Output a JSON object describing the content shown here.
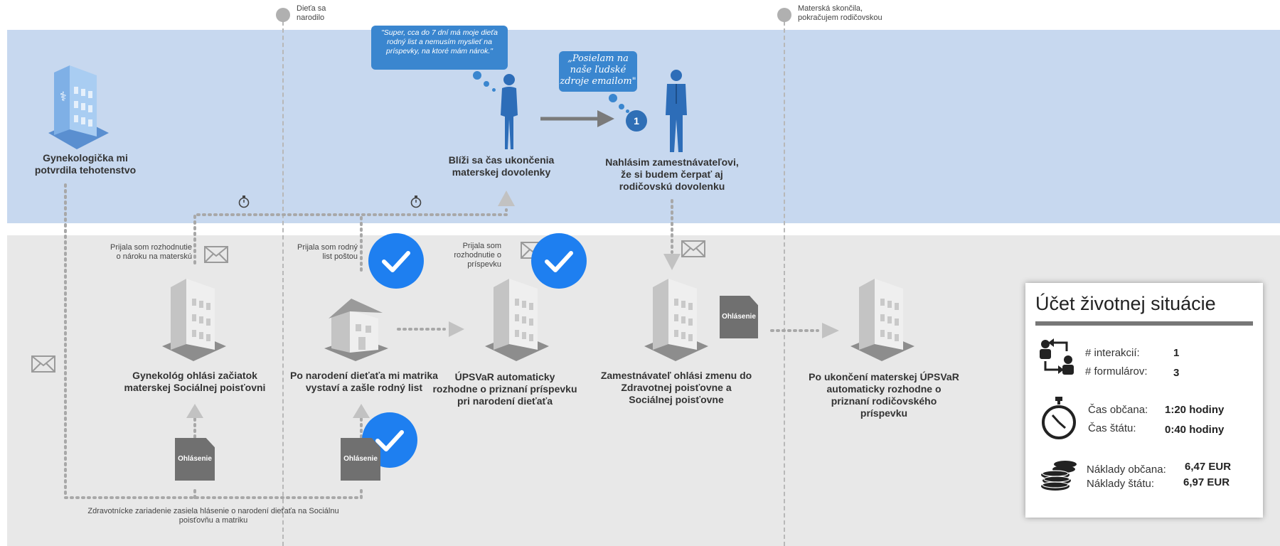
{
  "milestones": [
    {
      "label_line1": "Dieťa sa",
      "label_line2": "narodilo"
    },
    {
      "label_line1": "Materská skončila,",
      "label_line2": "pokračujem rodičovskou"
    }
  ],
  "citizen_steps": [
    {
      "line1": "Gynekologička mi",
      "line2": "potvrdila tehotenstvo",
      "line3": ""
    },
    {
      "line1": "Blíži sa čas ukončenia",
      "line2": "materskej dovolenky",
      "line3": ""
    },
    {
      "line1": "Nahlásim zamestnávateľovi,",
      "line2": "že si budem čerpať aj",
      "line3": "rodičovskú dovolenku"
    }
  ],
  "speech_bubbles": [
    {
      "line1": "\"Super, cca do 7 dní má moje dieťa",
      "line2": "rodný list a nemusím myslieť na",
      "line3": "príspevky, na ktoré mám nárok.\""
    },
    {
      "line1": "„Posielam na",
      "line2": "naše ľudské",
      "line3": "zdroje emailom\""
    }
  ],
  "interaction_number": "1",
  "institution_steps": [
    {
      "line1": "Gynekológ ohlási začiatok",
      "line2": "materskej Sociálnej poisťovni",
      "line3": "",
      "line4": ""
    },
    {
      "line1": "Po narodení dieťaťa mi matrika",
      "line2": "vystaví a zašle rodný list",
      "line3": "",
      "line4": ""
    },
    {
      "line1": "ÚPSVaR  automaticky",
      "line2": "rozhodne o priznaní príspevku",
      "line3": "pri narodení dieťaťa",
      "line4": ""
    },
    {
      "line1": "Zamestnávateľ ohlási zmenu do",
      "line2": "Zdravotnej poisťovne a",
      "line3": "Sociálnej poisťovne",
      "line4": ""
    },
    {
      "line1": "Po ukončení materskej  ÚPSVaR",
      "line2": "automaticky  rozhodne o",
      "line3": "priznaní rodičovského",
      "line4": "príspevku"
    }
  ],
  "mail_notes": [
    {
      "line1": "Prijala som rozhodnutie",
      "line2": "o nároku na materskú",
      "line3": ""
    },
    {
      "line1": "Prijala som rodný",
      "line2": "list poštou",
      "line3": ""
    },
    {
      "line1": "Prijala som",
      "line2": "rozhodnutie o",
      "line3": "príspevku"
    }
  ],
  "document_label": "Ohlásenie",
  "footer_note": {
    "line1": "Zdravotnícke zariadenie zasiela hlásenie o narodení dieťaťa na Sociálnu",
    "line2": "poisťovňu a matriku"
  },
  "summary": {
    "title": "Účet životnej situácie",
    "interactions_label": "# interakcií:",
    "interactions_value": "1",
    "forms_label": "# formulárov:",
    "forms_value": "3",
    "citizen_time_label": "Čas občana:",
    "citizen_time_value": "1:20 hodiny",
    "state_time_label": "Čas štátu:",
    "state_time_value": "0:40 hodiny",
    "citizen_cost_label": "Náklady občana:",
    "citizen_cost_value": "6,47 EUR",
    "state_cost_label": "Náklady štátu:",
    "state_cost_value": "6,97 EUR"
  },
  "icons": [
    "hospital-building-icon",
    "woman-icon",
    "man-icon",
    "stopwatch-icon",
    "envelope-icon",
    "checkmark-badge-icon",
    "office-building-icon",
    "house-icon",
    "document-icon",
    "arrows-people-icon",
    "coins-icon"
  ],
  "colors": {
    "citizen_band": "#c7d8ef",
    "institution_band": "#e8e8e8",
    "bubble": "#3a86cf",
    "badge": "#1e7ff0",
    "person": "#2d6db8"
  }
}
